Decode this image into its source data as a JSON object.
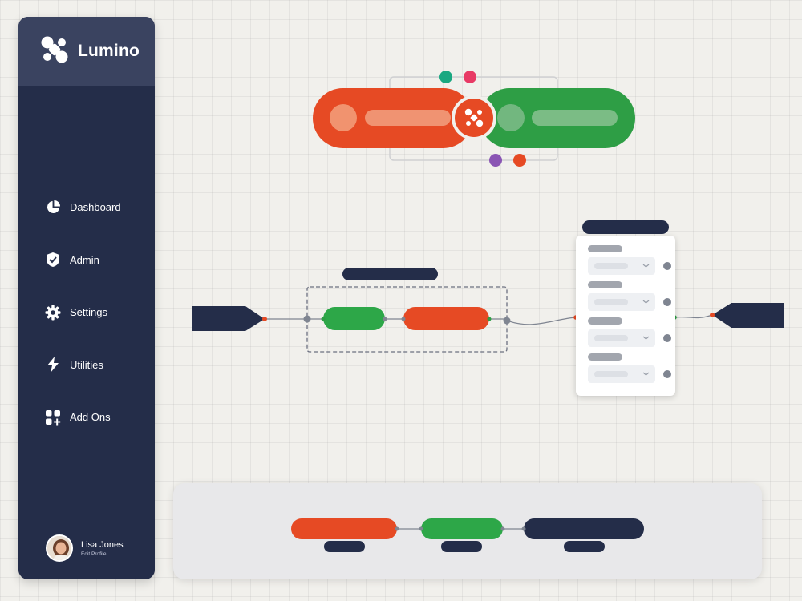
{
  "app": {
    "brand": "Lumino"
  },
  "sidebar": {
    "items": [
      {
        "label": "Dashboard",
        "icon": "pie-chart-icon"
      },
      {
        "label": "Admin",
        "icon": "shield-check-icon"
      },
      {
        "label": "Settings",
        "icon": "gear-icon"
      },
      {
        "label": "Utilities",
        "icon": "lightning-icon"
      },
      {
        "label": "Add Ons",
        "icon": "add-ons-icon"
      }
    ],
    "user": {
      "name": "Lisa Jones",
      "subtitle": "Edit Profile"
    }
  },
  "colors": {
    "navy": "#242d49",
    "orange": "#e64a24",
    "green": "#2e9e45",
    "teal": "#1aa881",
    "pink": "#e83a65",
    "purple": "#8a55b4",
    "gray_node": "#7f8591"
  }
}
